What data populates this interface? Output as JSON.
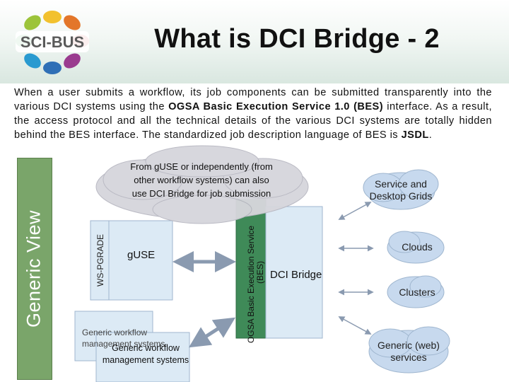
{
  "header": {
    "title": "What is DCI Bridge - 2",
    "logo_text": "SCI-BUS"
  },
  "body": {
    "p1": "When a user submits a workflow, its job components can be submitted transparently into the various DCI systems using the ",
    "p1_bold": "OGSA Basic Execution Service 1.0 (BES)",
    "p2": " interface. As a result, the access protocol and all the technical details of the various DCI systems are totally hidden behind the BES interface. The standardized job description language of BES is ",
    "p2_bold": "JSDL",
    "p3": "."
  },
  "sidebar_label": "Generic View",
  "diagram": {
    "ws_pgrade": "WS-PGRADE",
    "guse": "gUSE",
    "bes_line1": "OGSA Basic Execution Service",
    "bes_line2": "(BES)",
    "dci_bridge": "DCI Bridge",
    "generic_back_line1": "Generic workflow",
    "generic_back_line2": "management systems",
    "generic_front_line1": "Generic workflow",
    "generic_front_line2": "management systems",
    "targets": [
      {
        "line1": "Service and",
        "line2": "Desktop Grids"
      },
      {
        "line1": "Clouds",
        "line2": ""
      },
      {
        "line1": "Clusters",
        "line2": ""
      },
      {
        "line1": "Generic (web)",
        "line2": "services"
      }
    ],
    "callout": "From gUSE or independently (from other workflow systems) can also use DCI Bridge for job submission"
  },
  "colors": {
    "header_gradient": "#d9e7e0",
    "sidebar_green": "#7aa56a",
    "bes_green": "#3f8a58",
    "box_blue": "#dceaf5",
    "cloud_blue": "#c7d9ee"
  }
}
